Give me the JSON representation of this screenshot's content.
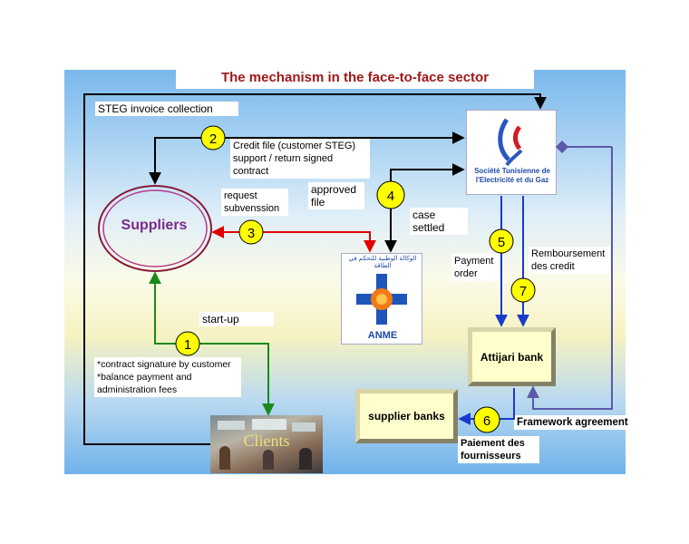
{
  "title": "The mechanism in the face-to-face sector",
  "nodes": {
    "suppliers": "Suppliers",
    "steg_name": "Société Tunisienne de l'Electricité et du Gaz",
    "anme": "ANME",
    "anme_arabic": "الوكالة الوطنية للتحكم في الطاقة",
    "attijari": "Attijari bank",
    "supplier_banks": "supplier banks",
    "clients": "Clients"
  },
  "steps": [
    "1",
    "2",
    "3",
    "4",
    "5",
    "6",
    "7"
  ],
  "labels": {
    "steg_invoice": "STEG invoice collection",
    "credit_file": "Credit file (customer STEG)\nsupport / return signed\ncontract",
    "request_sub": "request\nsubvenssion",
    "approved_file": "approved\nfile",
    "case_settled": "case\nsettled",
    "payment_order": "Payment\norder",
    "remboursement": "Remboursement\ndes credit",
    "start_up": "start-up",
    "contract_sig": "*contract signature by customer\n*balance payment and\nadministration fees",
    "framework": "Framework agreement",
    "paiement": "Paiement des\nfournisseurs"
  },
  "colors": {
    "title": "#a01818",
    "black_flow": "#000000",
    "red_flow": "#e00000",
    "green_flow": "#1a8a1a",
    "blue_flow": "#1a3acc",
    "framework_flow": "#5a5aa8",
    "step_circle": "#ffff00",
    "suppliers_text": "#7a2a8a"
  }
}
